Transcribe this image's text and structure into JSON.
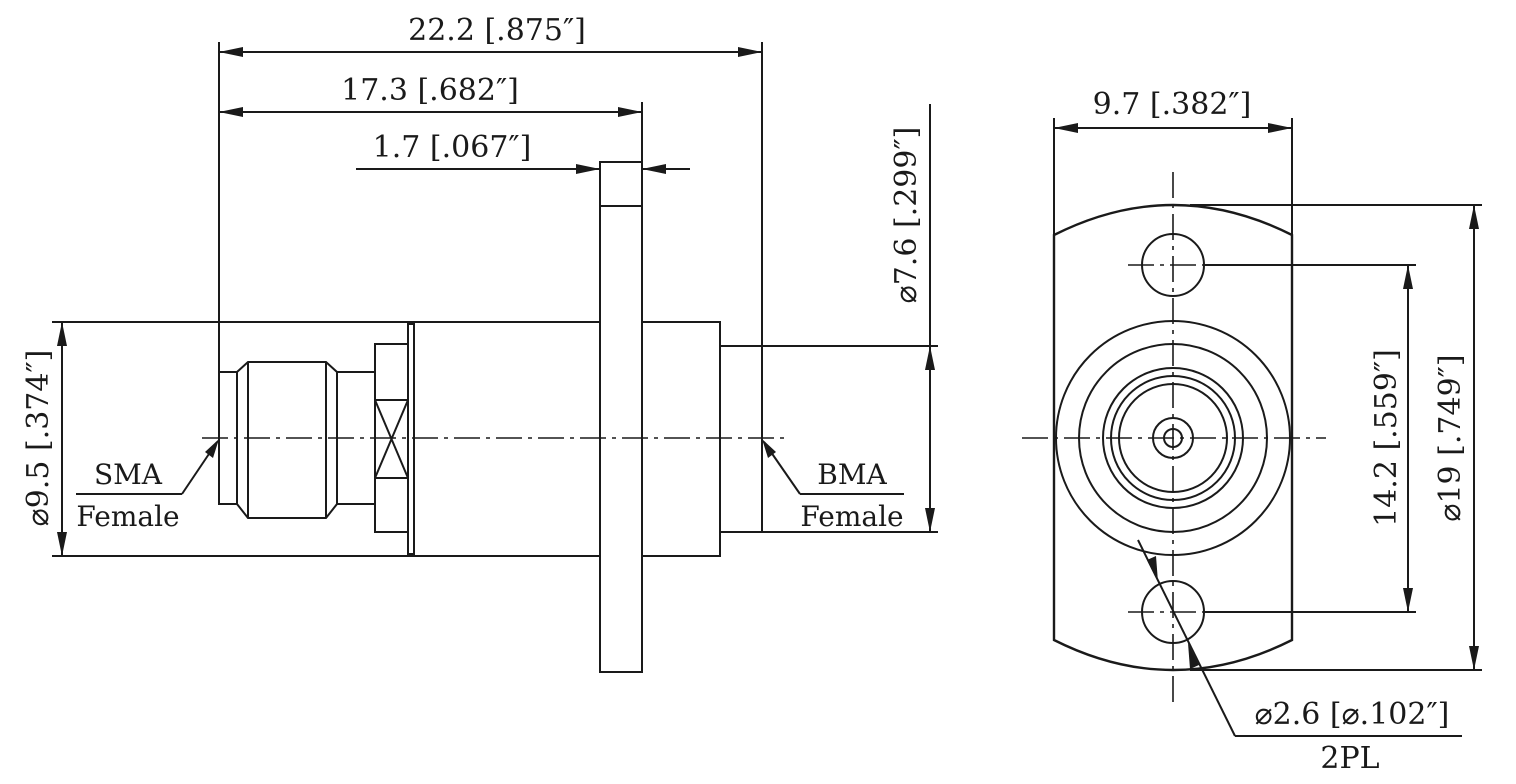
{
  "dimensions": {
    "overall_length": "22.2 [.875″]",
    "flange_position": "17.3 [.682″]",
    "flange_thickness": "1.7 [.067″]",
    "bma_diameter": "⌀7.6 [.299″]",
    "sma_body_diameter": "⌀9.5 [.374″]",
    "flange_width": "9.7 [.382″]",
    "hole_spacing": "14.2 [.559″]",
    "flange_height": "⌀19 [.749″]",
    "hole_diameter": "⌀2.6 [⌀.102″]",
    "hole_count": "2PL"
  },
  "labels": {
    "left_connector_type": "SMA",
    "left_connector_gender": "Female",
    "right_connector_type": "BMA",
    "right_connector_gender": "Female"
  },
  "colors": {
    "line": "#1a1a1a",
    "background": "#ffffff"
  }
}
